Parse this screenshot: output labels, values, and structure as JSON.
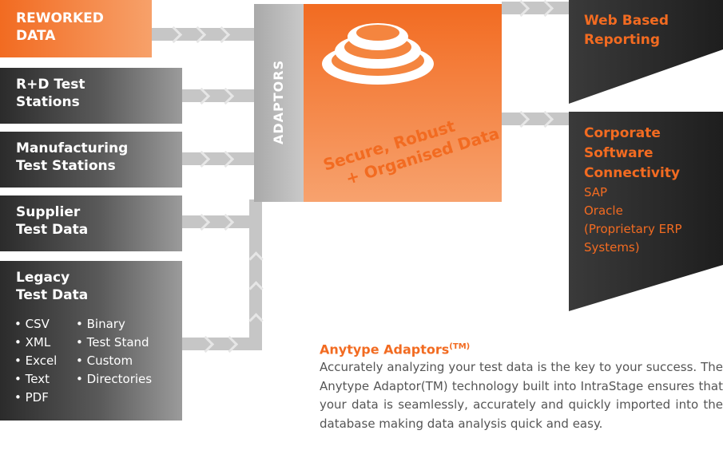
{
  "inputs": {
    "reworked": {
      "line1": "REWORKED",
      "line2": "DATA"
    },
    "rnd": {
      "line1": "R+D Test",
      "line2": "Stations"
    },
    "manufacturing": {
      "line1": "Manufacturing",
      "line2": "Test Stations"
    },
    "supplier": {
      "line1": "Supplier",
      "line2": "Test Data"
    },
    "legacy": {
      "line1": "Legacy",
      "line2": "Test Data",
      "col1": [
        "• CSV",
        "• XML",
        "• Excel",
        "• Text",
        "• PDF"
      ],
      "col2": [
        "• Binary",
        "• Test Stand",
        "• Custom",
        "• Directories"
      ]
    }
  },
  "adaptors_label": "ADAPTORS",
  "center": {
    "tagline1": "Secure, Robust",
    "tagline2": "+ Organised Data"
  },
  "outputs": {
    "web": {
      "line1": "Web Based",
      "line2": "Reporting"
    },
    "corporate": {
      "title": [
        "Corporate",
        "Software",
        "Connectivity"
      ],
      "items": [
        "SAP",
        "Oracle",
        "(Proprietary ERP",
        "Systems)"
      ]
    }
  },
  "description": {
    "heading": "Anytype Adaptors",
    "heading_sup": "(TM)",
    "body": "Accurately analyzing your test data is the key to your success. The Anytype Adaptor(TM) technology built into IntraStage ensures that your data is seamlessly, accurately and quickly imported into the database making data analysis quick and easy."
  },
  "colors": {
    "orange": "#f26b21",
    "dark_grey": "#2b2b2b",
    "rail_grey": "#c6c6c6"
  }
}
